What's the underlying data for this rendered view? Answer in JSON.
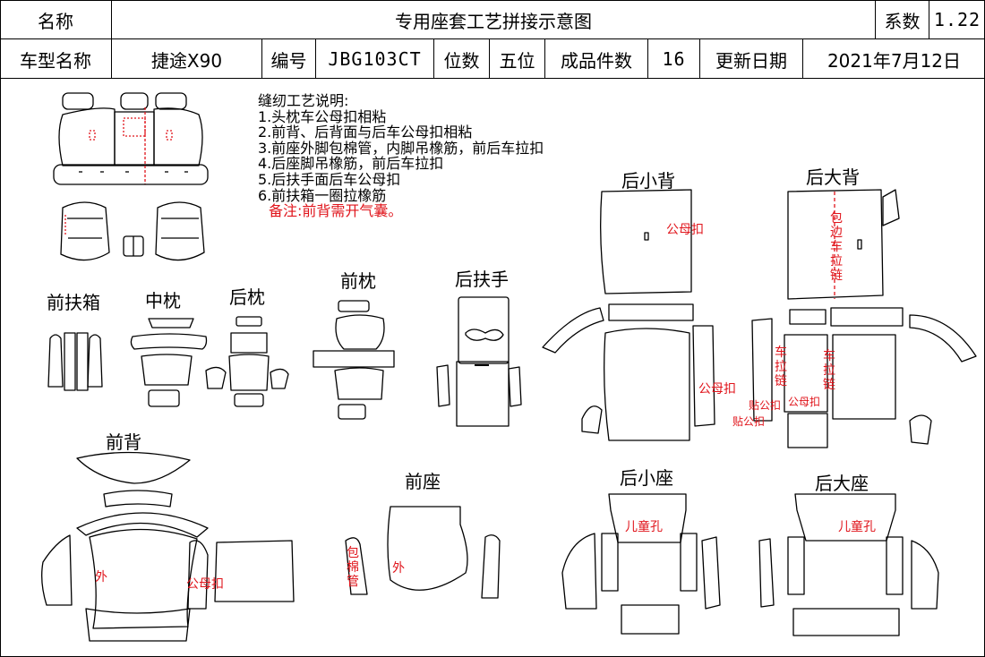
{
  "header": {
    "name_label": "名称",
    "title": "专用座套工艺拼接示意图",
    "coef_label": "系数",
    "coef_value": "1.22",
    "model_label": "车型名称",
    "model_value": "捷途X90",
    "code_label": "编号",
    "code_value": "JBG103CT",
    "seats_label": "位数",
    "seats_value": "五位",
    "pieces_label": "成品件数",
    "pieces_value": "16",
    "date_label": "更新日期",
    "date_value": "2021年7月12日"
  },
  "notes": {
    "heading": "缝纫工艺说明:",
    "items": [
      "1.头枕车公母扣相粘",
      "2.前背、后背面与后车公母扣相粘",
      "3.前座外脚包棉管，内脚吊橡筋，前后车拉扣",
      "4.后座脚吊橡筋，前后车拉扣",
      "5.后扶手面后车公母扣",
      "6.前扶箱一圈拉橡筋"
    ],
    "remark": "备注:前背需开气囊。"
  },
  "sections": {
    "front_armrest_box": "前扶箱",
    "middle_headrest": "中枕",
    "rear_headrest": "后枕",
    "front_headrest": "前枕",
    "rear_armrest": "后扶手",
    "rear_small_back": "后小背",
    "rear_big_back": "后大背",
    "front_back": "前背",
    "front_seat": "前座",
    "rear_small_seat": "后小座",
    "rear_big_seat": "后大座"
  },
  "annotations": {
    "snap": "公母扣",
    "sew_zipper_edge": "包边车拉链",
    "zipper": "车拉链",
    "stick_snap": "贴公扣",
    "outer": "外",
    "cotton_tube": "包棉管",
    "child_hole": "儿童孔"
  },
  "colors": {
    "line": "#000000",
    "annotation": "#e0141b"
  }
}
